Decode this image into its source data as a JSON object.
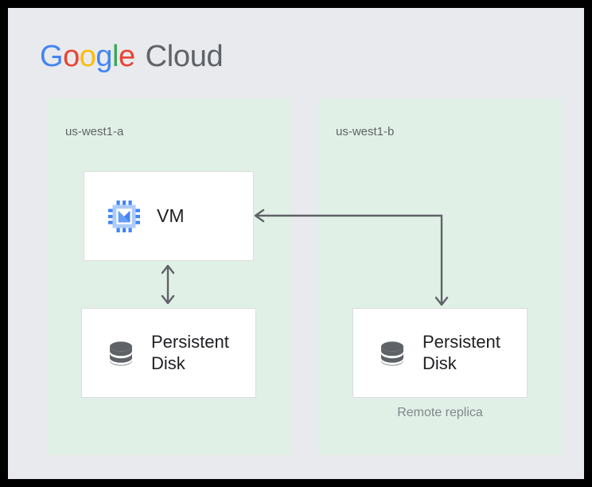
{
  "branding": {
    "logo_letters": [
      {
        "char": "G",
        "color": "#4285f4"
      },
      {
        "char": "o",
        "color": "#ea4335"
      },
      {
        "char": "o",
        "color": "#fbbc05"
      },
      {
        "char": "g",
        "color": "#4285f4"
      },
      {
        "char": "l",
        "color": "#34a853"
      },
      {
        "char": "e",
        "color": "#ea4335"
      }
    ],
    "logo_google": "Google",
    "logo_cloud": "Cloud",
    "cloud_color": "#5f6368"
  },
  "zones": [
    {
      "id": "us-west1-a",
      "label": "us-west1-a",
      "background": "#e1f0e6"
    },
    {
      "id": "us-west1-b",
      "label": "us-west1-b",
      "background": "#e1f0e6"
    }
  ],
  "nodes": {
    "vm": {
      "label": "VM",
      "icon": "cpu-icon",
      "icon_color": "#4285f4"
    },
    "disk_primary": {
      "label": "Persistent\nDisk",
      "icon": "database-icon",
      "icon_color": "#5f6368"
    },
    "disk_replica": {
      "label": "Persistent\nDisk",
      "icon": "database-icon",
      "icon_color": "#5f6368",
      "caption": "Remote replica"
    }
  },
  "connectors": {
    "vm_to_disk": {
      "name": "vm-local-disk-link",
      "direction": "bidirectional-vertical",
      "color": "#5f6368"
    },
    "replica_link": {
      "name": "vm-remote-replica-link",
      "direction": "bidirectional-elbow",
      "color": "#5f6368"
    }
  },
  "canvas": {
    "background": "#e8eaed",
    "frame_color": "#000000"
  }
}
